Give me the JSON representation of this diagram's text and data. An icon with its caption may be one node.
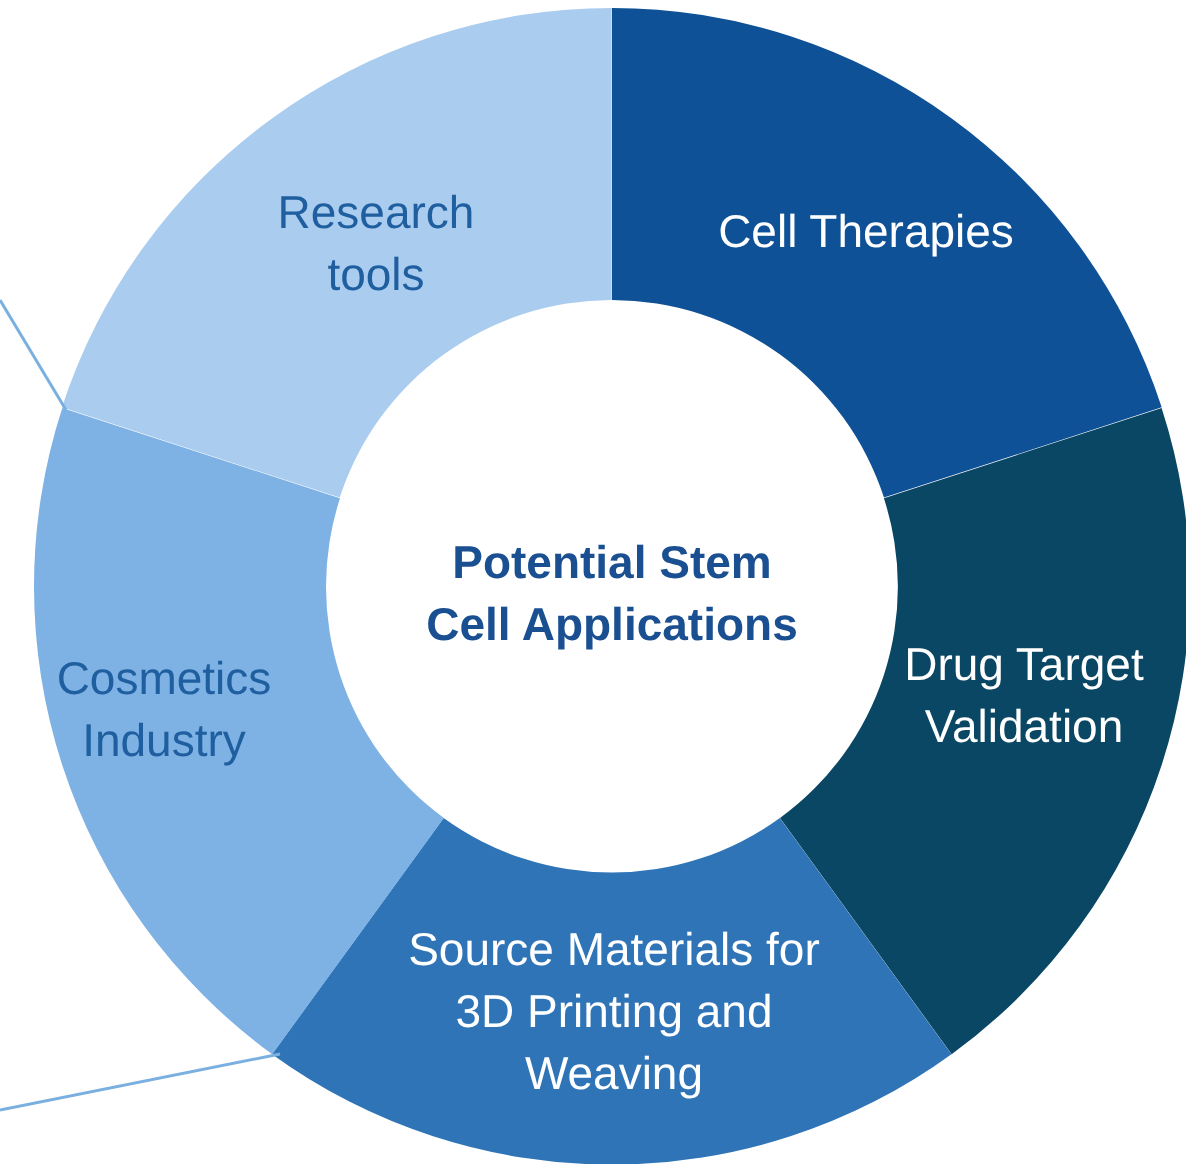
{
  "diagram": {
    "nodes": [
      {
        "text": [
          "Potential Stem Cell Applications"
        ]
      },
      {
        "text": [
          "Cell Therapies"
        ]
      },
      {
        "text": [
          "Drug Target Validation"
        ]
      },
      {
        "text": [
          "Source Materials for 3D Printing and Weaving"
        ]
      },
      {
        "text": [
          "Cosmetics Industry"
        ]
      },
      {
        "text": [
          "Research tools"
        ]
      }
    ],
    "edges": [
      {
        "from": null,
        "to": 4,
        "arrow": "none"
      },
      {
        "from": null,
        "to": 3,
        "arrow": "none"
      }
    ]
  }
}
